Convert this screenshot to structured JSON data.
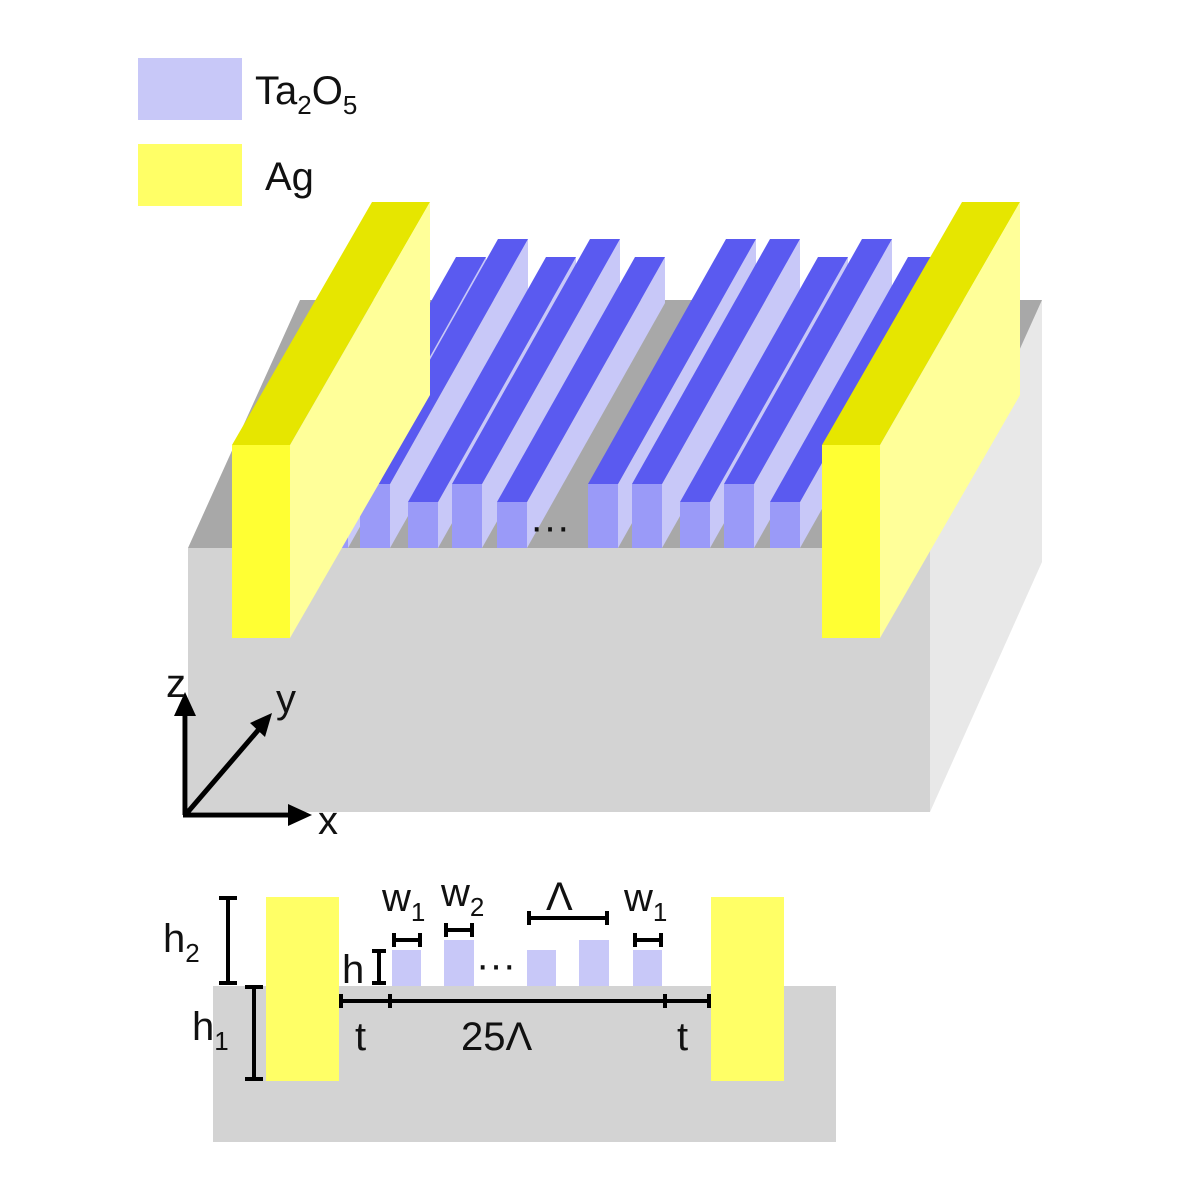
{
  "legend": {
    "ta2o5": {
      "base": "Ta",
      "sub1": "2",
      "mid": "O",
      "sub2": "5",
      "color": "#c8c8f8"
    },
    "ag": {
      "label": "Ag",
      "color": "#ffff66"
    }
  },
  "axes": {
    "z": "z",
    "y": "y",
    "x": "x"
  },
  "ellipsis": "···",
  "cross_section": {
    "h2": {
      "base": "h",
      "sub": "2"
    },
    "h1": {
      "base": "h",
      "sub": "1"
    },
    "h": "h",
    "w1_left": {
      "base": "w",
      "sub": "1"
    },
    "w2": {
      "base": "w",
      "sub": "2"
    },
    "w1_right": {
      "base": "w",
      "sub": "1"
    },
    "period": "Λ",
    "t_left": "t",
    "span": "25Λ",
    "t_right": "t",
    "ellipsis": "···"
  },
  "colors": {
    "ridge_top": "#5a5af0",
    "ridge_side": "#c8c8f8",
    "ridge_front": "#9a9af8",
    "ag_front": "#ffff33",
    "ag_side": "#ffff99",
    "substrate_front": "#d3d3d3",
    "substrate_top": "#a8a8a8",
    "substrate_side": "#e8e8e8"
  }
}
